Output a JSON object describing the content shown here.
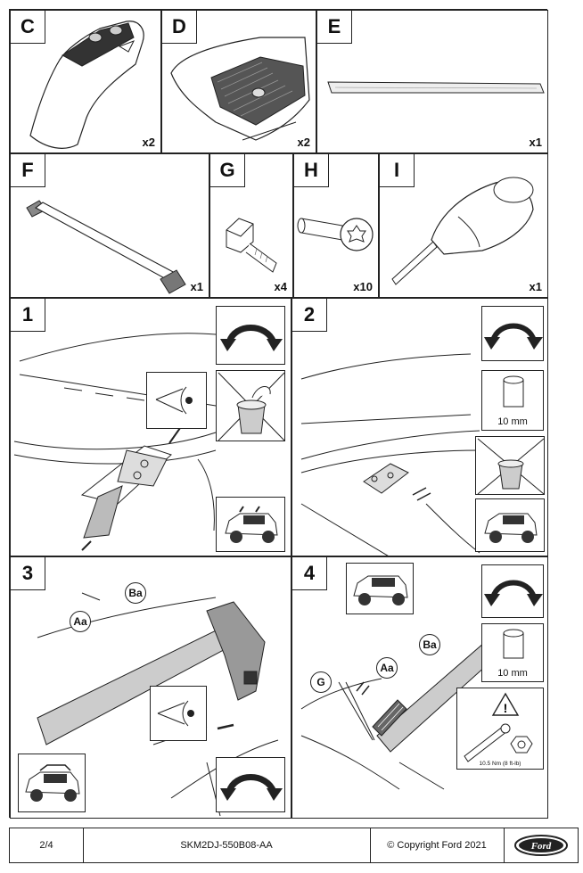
{
  "parts": {
    "C": {
      "label": "C",
      "qty": "x2"
    },
    "D": {
      "label": "D",
      "qty": "x2"
    },
    "E": {
      "label": "E",
      "qty": "x1"
    },
    "F": {
      "label": "F",
      "qty": "x1"
    },
    "G": {
      "label": "G",
      "qty": "x4"
    },
    "H": {
      "label": "H",
      "qty": "x10"
    },
    "I": {
      "label": "I",
      "qty": "x1"
    }
  },
  "steps": {
    "s1": {
      "label": "1"
    },
    "s2": {
      "label": "2",
      "socket": "10 mm"
    },
    "s3": {
      "label": "3",
      "callout_a": "Aa",
      "callout_b": "Ba"
    },
    "s4": {
      "label": "4",
      "callout_g": "G",
      "callout_a": "Aa",
      "callout_b": "Ba",
      "socket": "10 mm",
      "torque": "10.5 Nm (8 ft-lb)"
    }
  },
  "footer": {
    "page": "2/4",
    "doc_number": "SKM2DJ-550B08-AA",
    "copyright": "© Copyright Ford 2021",
    "brand": "Ford"
  }
}
